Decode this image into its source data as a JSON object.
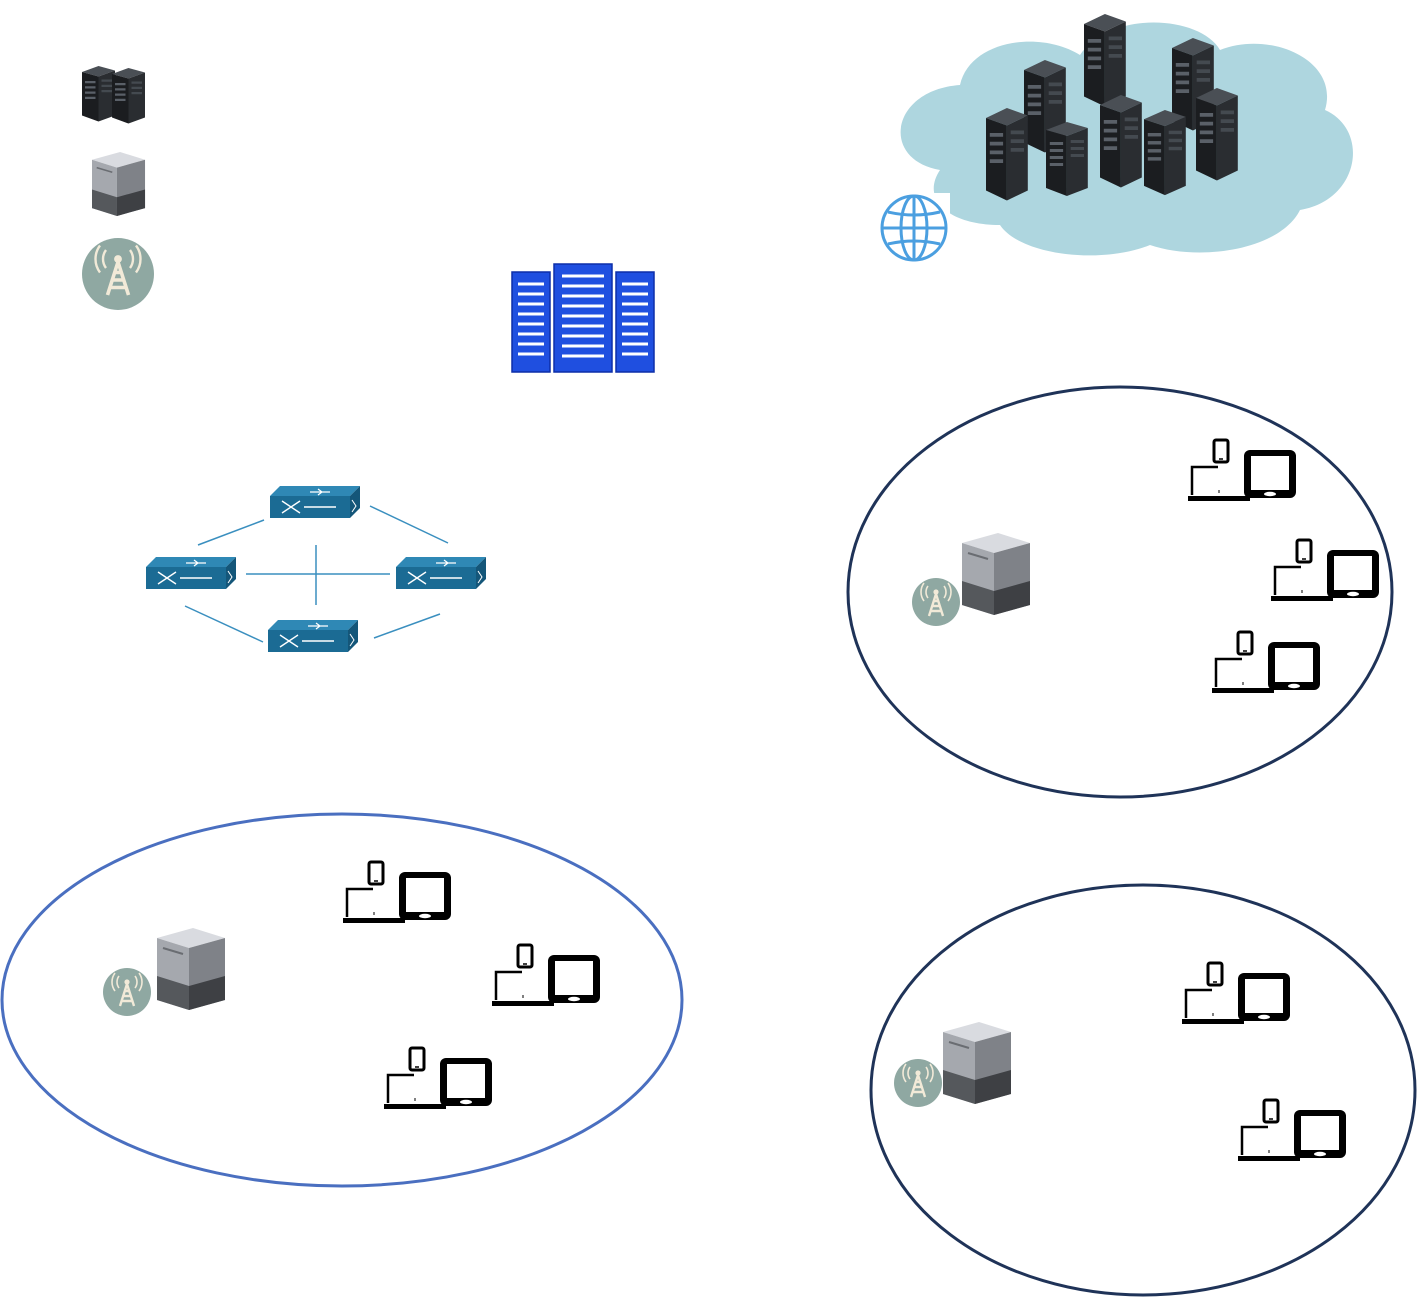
{
  "diagram": {
    "legend": [
      {
        "icon": "cloud-server-rack-icon"
      },
      {
        "icon": "edge-server-icon"
      },
      {
        "icon": "base-station-icon"
      }
    ],
    "cloud": {
      "icon": "cloud-datacenter-icon",
      "internet_icon": "globe-icon",
      "fill": "#aed6df"
    },
    "datacenter": {
      "icon": "building-icon",
      "fill": "#1f4fe0"
    },
    "switch_network": {
      "icon": "network-switch-icon",
      "switch_count": 4,
      "fill": "#1b6b94"
    },
    "cells": [
      {
        "id": "cell-right-top",
        "border": "#1f3358",
        "device_groups": 3
      },
      {
        "id": "cell-left-bottom",
        "border": "#4a6fc0",
        "device_groups": 3
      },
      {
        "id": "cell-right-bottom",
        "border": "#1f3358",
        "device_groups": 2
      }
    ]
  }
}
